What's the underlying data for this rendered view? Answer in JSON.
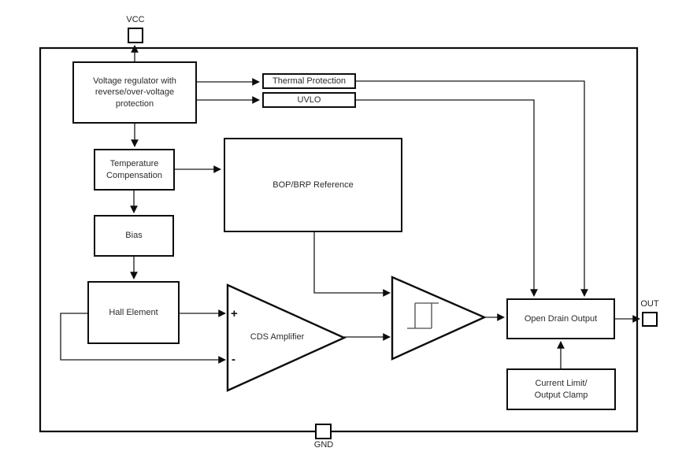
{
  "pads": {
    "vcc": "VCC",
    "gnd": "GND",
    "out": "OUT"
  },
  "blocks": {
    "voltage_regulator": "Voltage regulator with\nreverse/over-voltage\nprotection",
    "thermal_protection": "Thermal Protection",
    "uvlo": "UVLO",
    "temperature_compensation": "Temperature\nCompensation",
    "bop_brp_reference": "BOP/BRP Reference",
    "bias": "Bias",
    "hall_element": "Hall Element",
    "open_drain_output": "Open Drain Output",
    "current_limit": "Current Limit/\nOutput Clamp"
  },
  "amplifiers": {
    "cds_label": "CDS Amplifier",
    "cds_plus": "+",
    "cds_minus": "-"
  },
  "colors": {
    "background": "#ffffff",
    "wire": "#1a1a1a",
    "block_border": "#0d0d0d",
    "text": "#2b2b2b"
  }
}
